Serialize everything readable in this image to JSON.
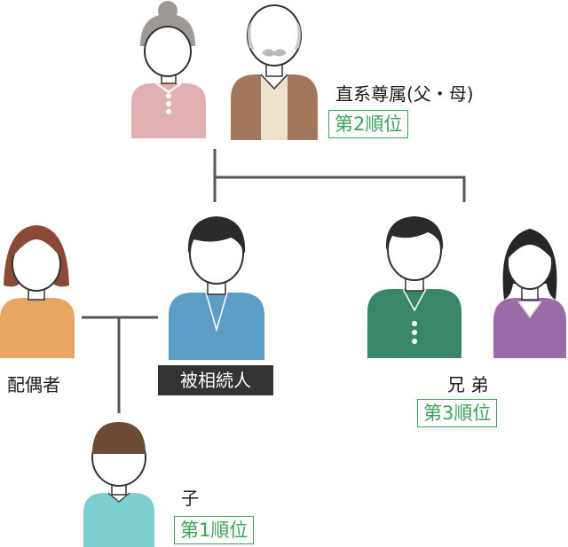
{
  "colors": {
    "line": "#555555",
    "rank_green": "#39a35a",
    "skin_outline": "#333333",
    "grandma_shirt": "#e2afb2",
    "grandpa_jacket": "#a4775a",
    "spouse_shirt": "#e8a561",
    "deceased_shirt": "#5d9ec7",
    "brother_shirt": "#3a8669",
    "sister_shirt": "#9b6aa9",
    "child_shirt": "#7ccfcc"
  },
  "labels": {
    "ascendants": "直系尊属(父・母)",
    "ascendants_rank": "第2順位",
    "spouse": "配偶者",
    "deceased": "被相続人",
    "siblings": "兄 弟",
    "siblings_rank": "第3順位",
    "child": "子",
    "child_rank": "第1順位"
  }
}
